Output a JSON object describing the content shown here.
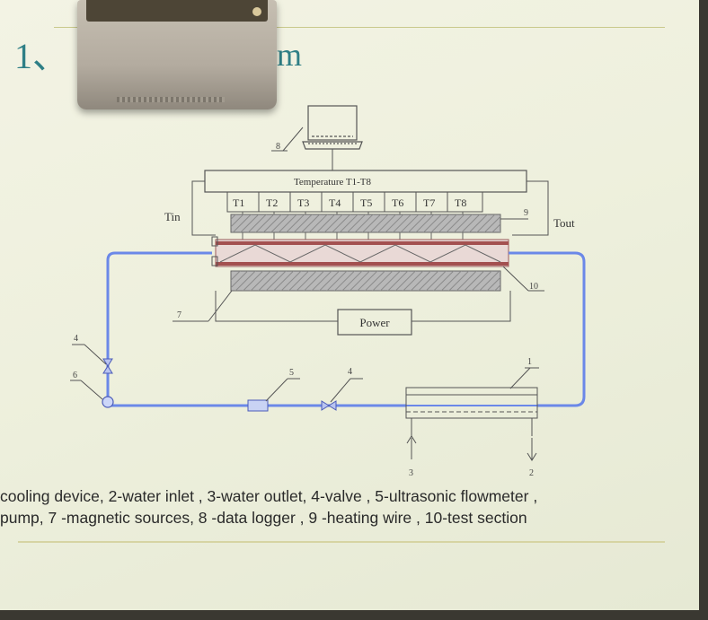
{
  "heading": {
    "number": "1、",
    "tail": "m"
  },
  "diagram": {
    "temperature_box": "Temperature T1-T8",
    "sensors": [
      "T1",
      "T2",
      "T3",
      "T4",
      "T5",
      "T6",
      "T7",
      "T8"
    ],
    "inlet_label": "Tin",
    "outlet_label": "Tout",
    "power_label": "Power",
    "callouts": [
      "1",
      "2",
      "3",
      "4",
      "4",
      "5",
      "6",
      "7",
      "8",
      "9",
      "10"
    ]
  },
  "caption": {
    "line1": "cooling device, 2-water inlet , 3-water outlet, 4-valve , 5-ultrasonic flowmeter ,",
    "line2": "pump,  7 -magnetic sources, 8 -data logger , 9 -heating wire , 10-test section"
  },
  "colors": {
    "loop": "#6b88e8",
    "text_teal": "#2f7f86",
    "line": "#555555"
  }
}
